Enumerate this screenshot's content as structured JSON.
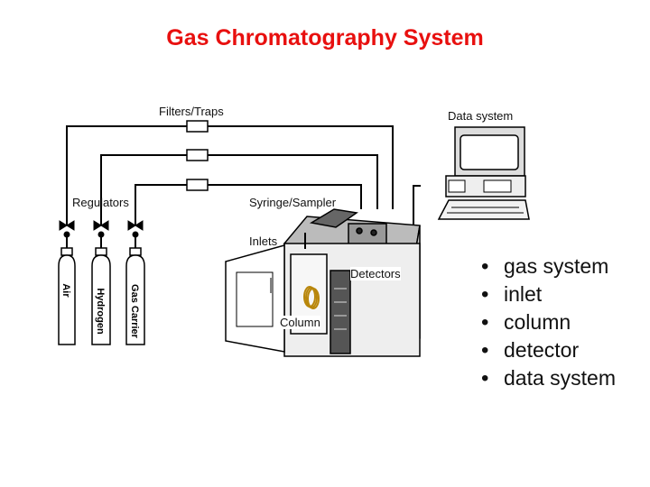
{
  "title": "Gas Chromatography System",
  "labels": {
    "filters_traps": "Filters/Traps",
    "data_system": "Data system",
    "regulators": "Regulators",
    "syringe_sampler": "Syringe/Sampler",
    "inlets": "Inlets",
    "detectors": "Detectors",
    "column": "Column"
  },
  "cylinders": [
    "Air",
    "Hydrogen",
    "Gas Carrier"
  ],
  "bullets": [
    "gas system",
    "inlet",
    "column",
    "detector",
    "data system"
  ],
  "colors": {
    "title": "#e8100f",
    "column_coil": "#b8860b"
  }
}
